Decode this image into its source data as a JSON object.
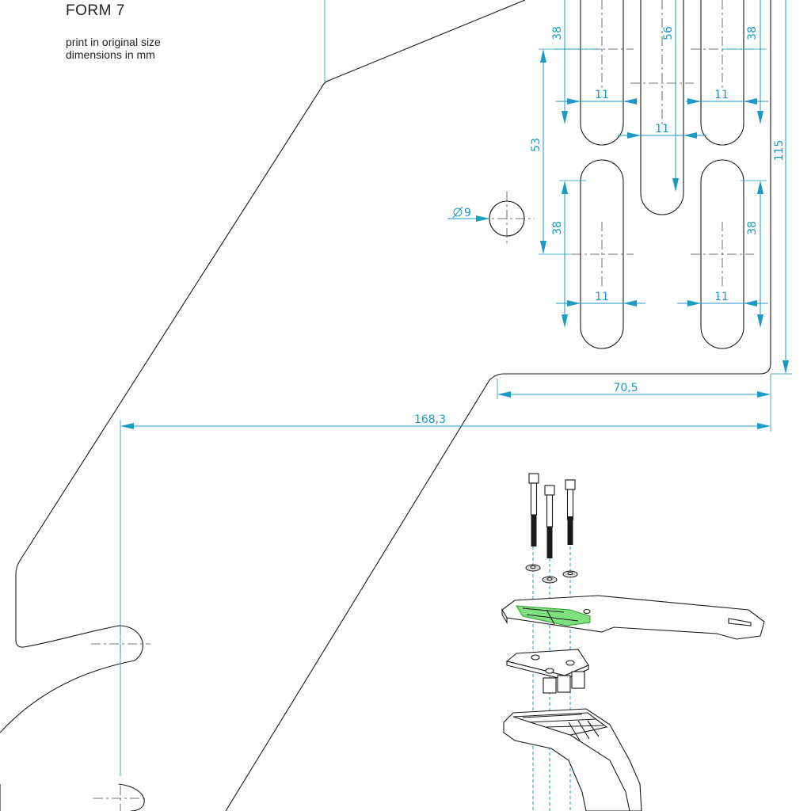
{
  "title": "FORM 7",
  "notes": [
    "print in original size",
    "dimensions in mm"
  ],
  "dimensions": {
    "overall_width": "168,3",
    "tab_width": "70,5",
    "tab_height": "115",
    "slot_length_tl": "38",
    "slot_length_center": "56",
    "slot_length_tr": "38",
    "slot_offset": "53",
    "slot_length_bl": "38",
    "slot_length_br": "38",
    "slot_width_tl": "11",
    "slot_width_tr": "11",
    "slot_width_center": "11",
    "slot_width_bl": "11",
    "slot_width_br": "11",
    "hole_diameter": "9"
  },
  "colors": {
    "outline": "#1a1a1a",
    "dimension": "#1b9ac4",
    "highlight": "#7fe07f"
  }
}
